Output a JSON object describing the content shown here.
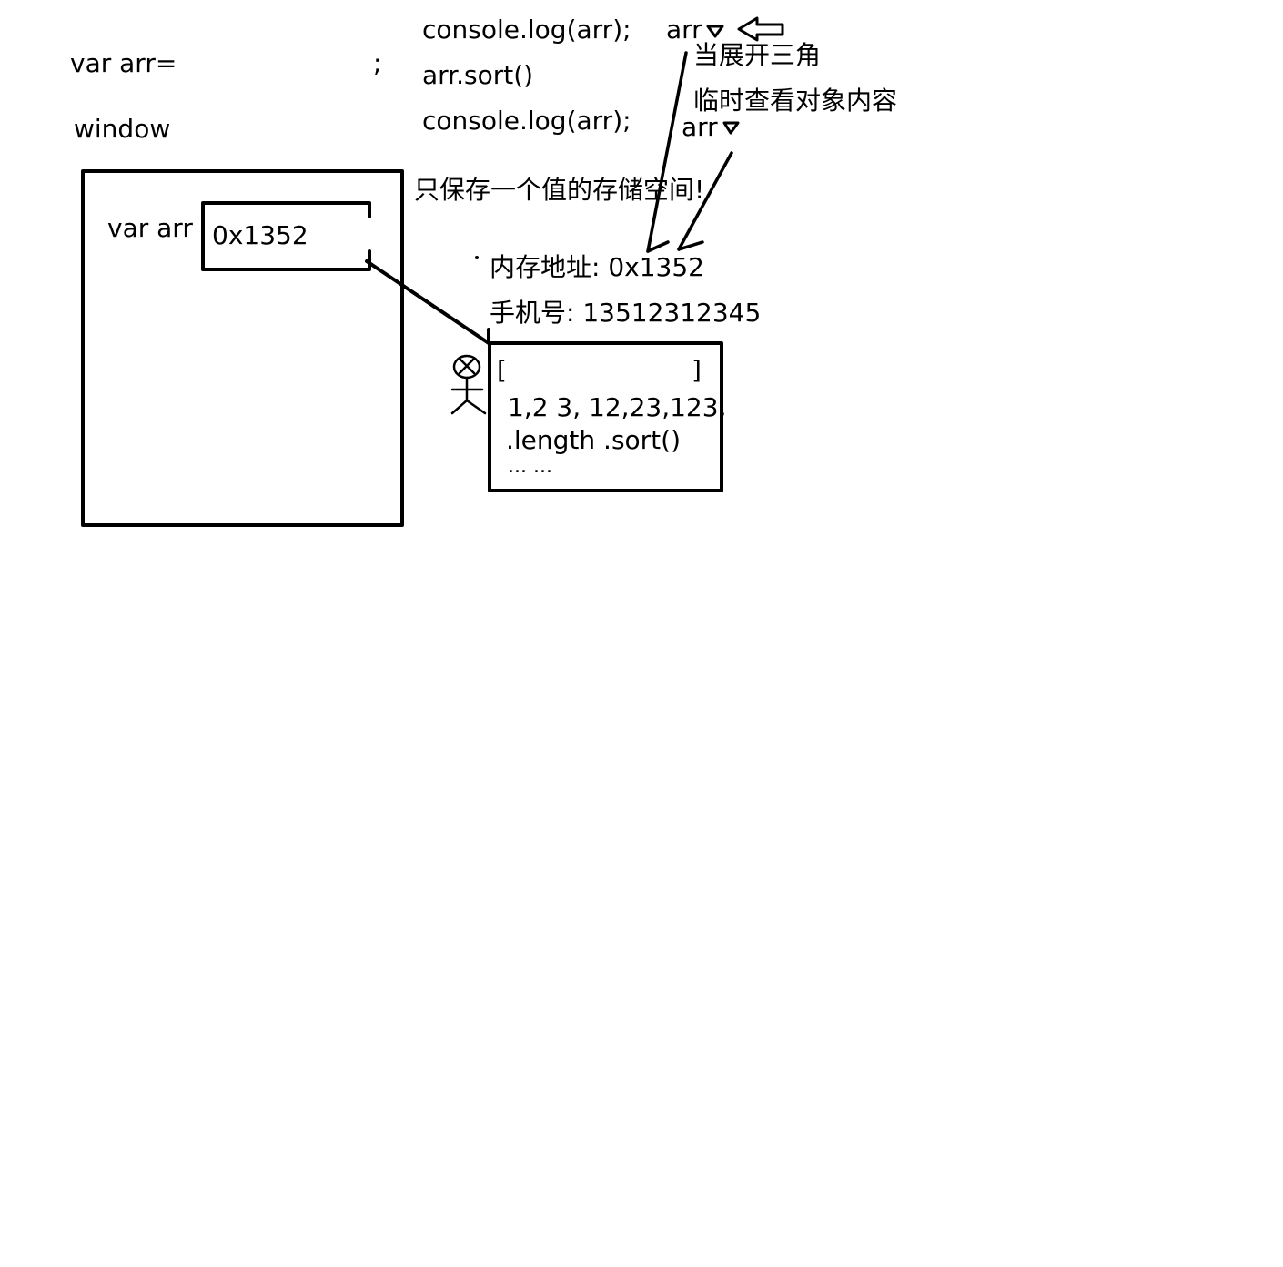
{
  "code": {
    "var_decl": "var arr=",
    "semicolon": ";",
    "window_label": "window",
    "log1": "console.log(arr);",
    "sort_call": "arr.sort()",
    "log2": "console.log(arr);"
  },
  "console_out": {
    "arr1": "arr",
    "arr2": "arr",
    "note1": "当展开三角",
    "note2": "临时查看对象内容"
  },
  "window_box": {
    "var_label": "var arr",
    "slot_value": "0x1352"
  },
  "notes": {
    "single_value": "只保存一个值的存储空间!",
    "address": "内存地址: 0x1352",
    "phone": "手机号: 13512312345"
  },
  "object_box": {
    "open_bracket": "[",
    "close_bracket": "]",
    "elements": "1,2 3, 12,23,123,",
    "members": ".length  .sort()",
    "more": "... ..."
  },
  "colors": {
    "ink": "#000000",
    "background": "#ffffff"
  }
}
